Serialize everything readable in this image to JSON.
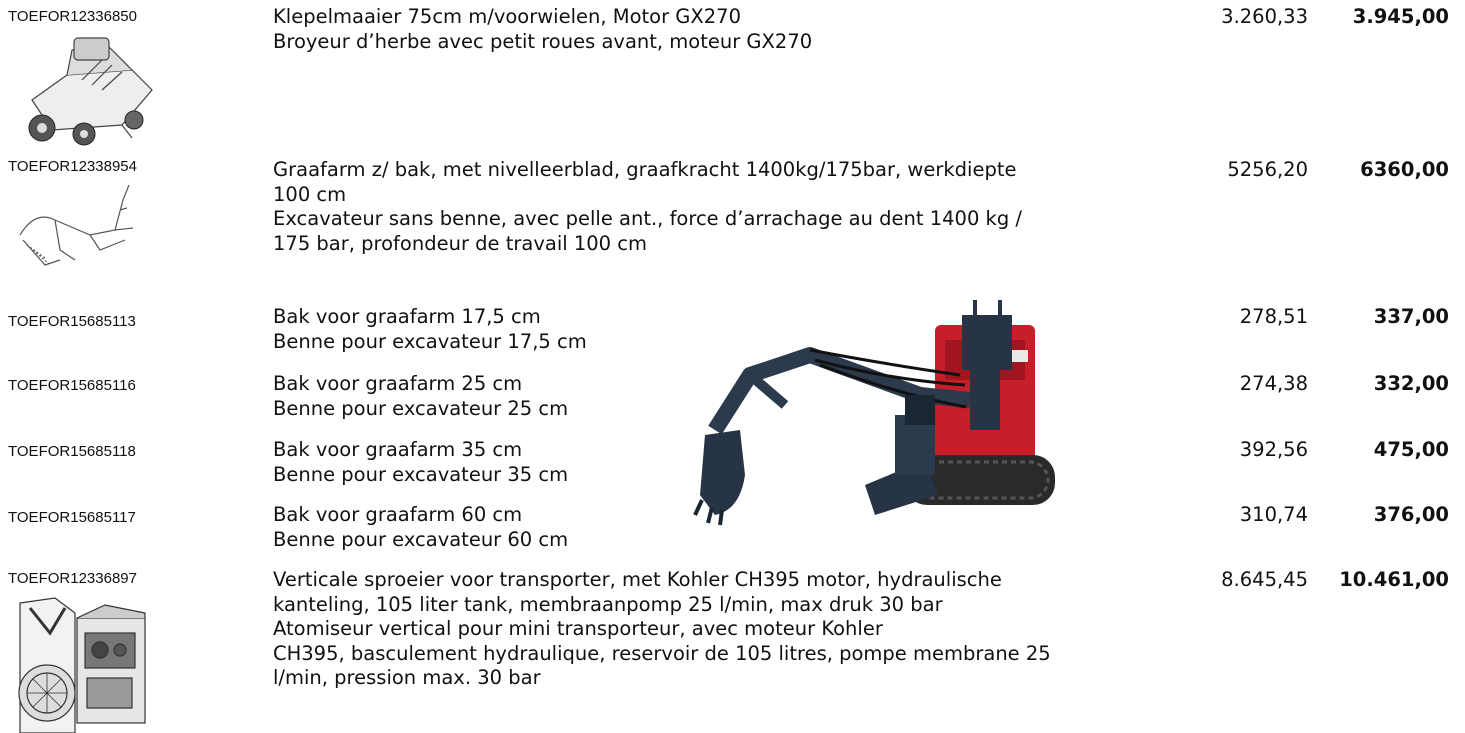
{
  "rows": [
    {
      "code": "TOEFOR12336850",
      "desc_lines": [
        "Klepelmaaier 75cm m/voorwielen, Motor GX270",
        "Broyeur d’herbe avec petit roues avant, moteur GX270"
      ],
      "price_net": "3.260,33",
      "price_gross": "3.945,00"
    },
    {
      "code": "TOEFOR12338954",
      "desc_lines": [
        "Graafarm z/ bak, met nivelleerblad, graafkracht 1400kg/175bar, werkdiepte",
        "100 cm",
        "Excavateur sans benne, avec pelle ant., force d’arrachage au dent 1400 kg /",
        "175 bar, profondeur de travail 100 cm"
      ],
      "price_net": "5256,20",
      "price_gross": "6360,00"
    },
    {
      "code": "TOEFOR15685113",
      "desc_lines": [
        "Bak voor graafarm 17,5 cm",
        "Benne pour excavateur 17,5 cm"
      ],
      "price_net": "278,51",
      "price_gross": "337,00"
    },
    {
      "code": "TOEFOR15685116",
      "desc_lines": [
        "Bak voor graafarm 25 cm",
        "Benne pour excavateur 25 cm"
      ],
      "price_net": "274,38",
      "price_gross": "332,00"
    },
    {
      "code": "TOEFOR15685118",
      "desc_lines": [
        "Bak voor graafarm 35 cm",
        "Benne pour excavateur 35 cm"
      ],
      "price_net": "392,56",
      "price_gross": "475,00"
    },
    {
      "code": "TOEFOR15685117",
      "desc_lines": [
        "Bak voor graafarm 60 cm",
        "Benne pour excavateur 60 cm"
      ],
      "price_net": "310,74",
      "price_gross": "376,00"
    },
    {
      "code": "TOEFOR12336897",
      "desc_lines": [
        "Verticale sproeier voor transporter, met Kohler CH395 motor, hydraulische",
        "kanteling, 105 liter tank, membraanpomp 25 l/min, max druk 30 bar",
        "Atomiseur vertical pour mini transporteur, avec moteur Kohler",
        "CH395, basculement hydraulique, reservoir de 105 litres, pompe membrane 25",
        "l/min, pression max. 30 bar"
      ],
      "price_net": "8.645,45",
      "price_gross": "10.461,00"
    }
  ],
  "images": {
    "flail_mower": "flail-mower-sketch",
    "excavator_arm": "excavator-arm-sketch",
    "excavator_photo": "backhoe-attachment-photo",
    "sprayer": "vertical-sprayer-sketch"
  }
}
